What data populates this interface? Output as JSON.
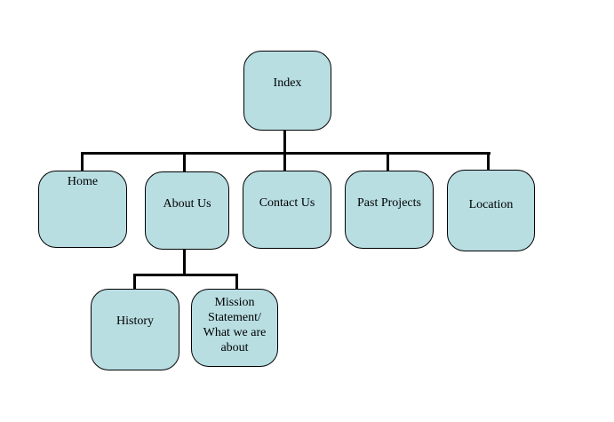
{
  "diagram": {
    "type": "sitemap-tree",
    "colors": {
      "background": "#ffffff",
      "node_fill": "#b8dee2",
      "node_border": "#000000",
      "connector": "#000000",
      "text": "#000000"
    },
    "nodes": {
      "index": {
        "label": "Index"
      },
      "home": {
        "label": "Home"
      },
      "about_us": {
        "label": "About Us"
      },
      "contact_us": {
        "label": "Contact Us"
      },
      "past_projects": {
        "label": "Past Projects"
      },
      "location": {
        "label": "Location"
      },
      "history": {
        "label": "History"
      },
      "mission": {
        "label": "Mission Statement/ What we are about"
      }
    },
    "hierarchy": {
      "root": "Index",
      "children_of_index": [
        "Home",
        "About Us",
        "Contact Us",
        "Past Projects",
        "Location"
      ],
      "children_of_about_us": [
        "History",
        "Mission Statement/ What we are about"
      ]
    }
  }
}
